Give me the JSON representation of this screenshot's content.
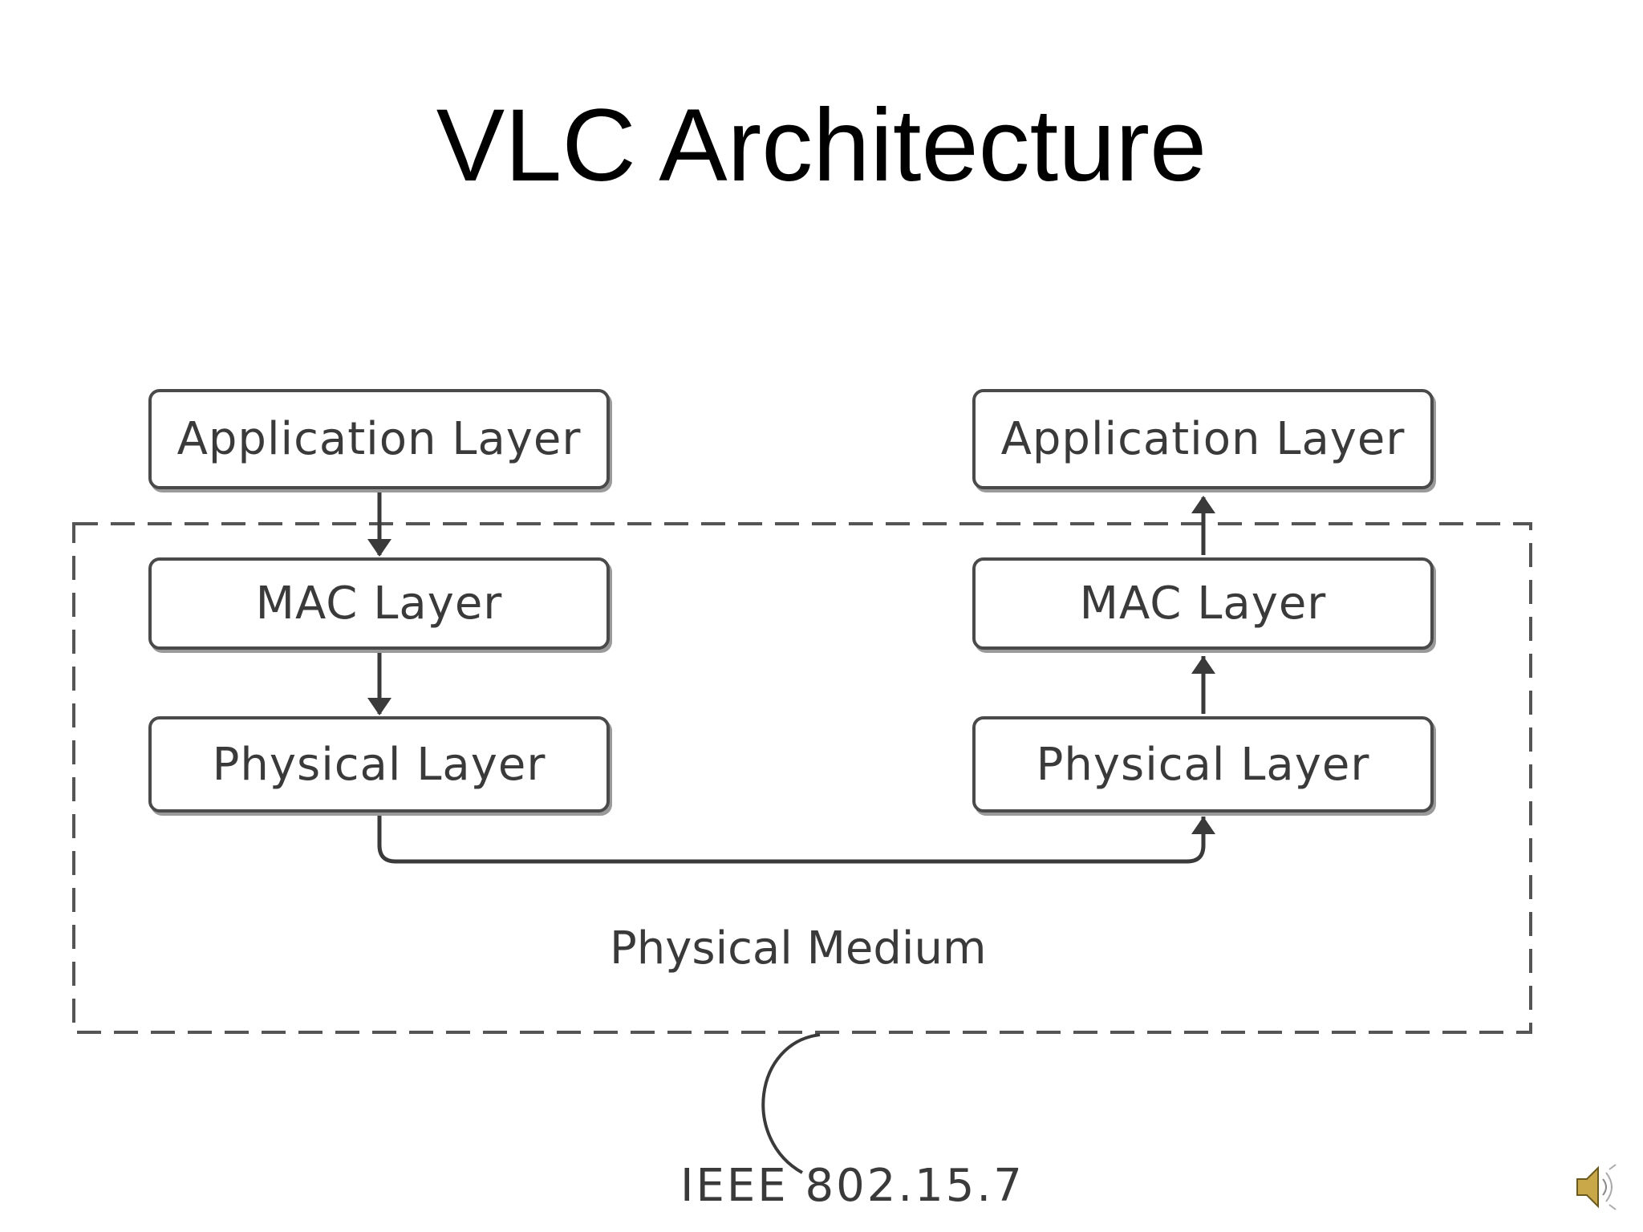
{
  "slide": {
    "title": "VLC Architecture"
  },
  "diagram": {
    "left_stack": {
      "application": "Application Layer",
      "mac": "MAC Layer",
      "physical": "Physical Layer"
    },
    "right_stack": {
      "application": "Application Layer",
      "mac": "MAC Layer",
      "physical": "Physical Layer"
    },
    "medium_label": "Physical Medium",
    "standard_label": "IEEE 802.15.7"
  },
  "icons": {
    "audio": "speaker-icon"
  }
}
